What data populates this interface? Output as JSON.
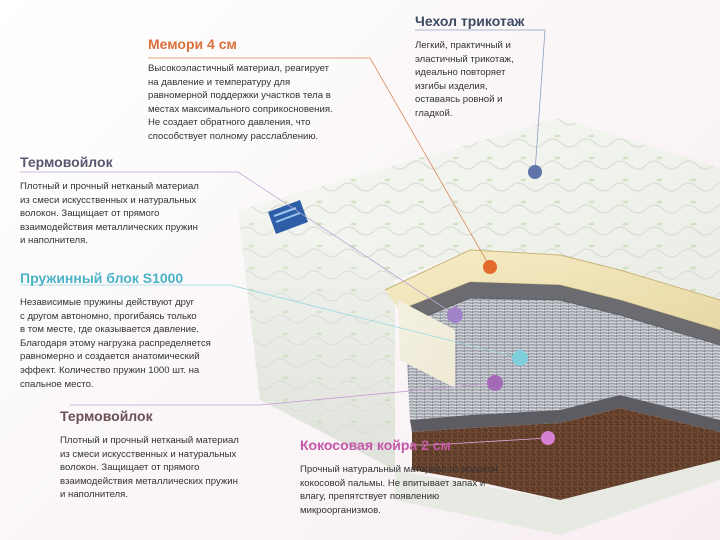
{
  "layers": {
    "memory": {
      "title": "Мемори 4 см",
      "text": "Высокоэластичный материал, реагирует\nна давление и температуру для\nравномерной поддержки участков тела в\nместах максимального соприкосновения.\nНе создает обратного давления, что\nспособствует полному расслаблению."
    },
    "cover": {
      "title": "Чехол трикотаж",
      "text": "Легкий, практичный и\nэластичный трикотаж,\nидеально повторяет\nизгибы изделия,\nоставаясь ровной и\nгладкой."
    },
    "felt_top": {
      "title": "Термовойлок",
      "text": "Плотный и прочный нетканый материал\nиз смеси искусственных и натуральных\nволокон. Защищает от прямого\nвзаимодействия металлических пружин\nи наполнителя."
    },
    "springs": {
      "title": "Пружинный блок S1000",
      "text": "Независимые пружины действуют друг\nс другом автономно, прогибаясь только\nв том месте, где оказывается давление.\nБлагодаря этому нагрузка распределяется\nравномерно и создается анатомический\nэффект. Количество пружин 1000 шт. на\nспальное место."
    },
    "felt_bottom": {
      "title": "Термовойлок",
      "text": "Плотный и прочный нетканый материал\nиз смеси искусственных и натуральных\nволокон. Защищает от прямого\nвзаимодействия металлических пружин\nи наполнителя."
    },
    "coir": {
      "title": "Кокосовая койра 2 см",
      "text": "Прочный натуральный материал из волокон\nкокосовой пальмы. Не впитывает запах и\nвлагу, препятствует появлению\nмикроорганизмов."
    }
  },
  "colors": {
    "memory_dot": "#e26a2c",
    "cover_dot": "#5f74a8",
    "felt_top_dot": "#a083c8",
    "springs_dot": "#7fd0dc",
    "felt_bottom_dot": "#a46ab8",
    "coir_dot": "#d77fd2"
  }
}
